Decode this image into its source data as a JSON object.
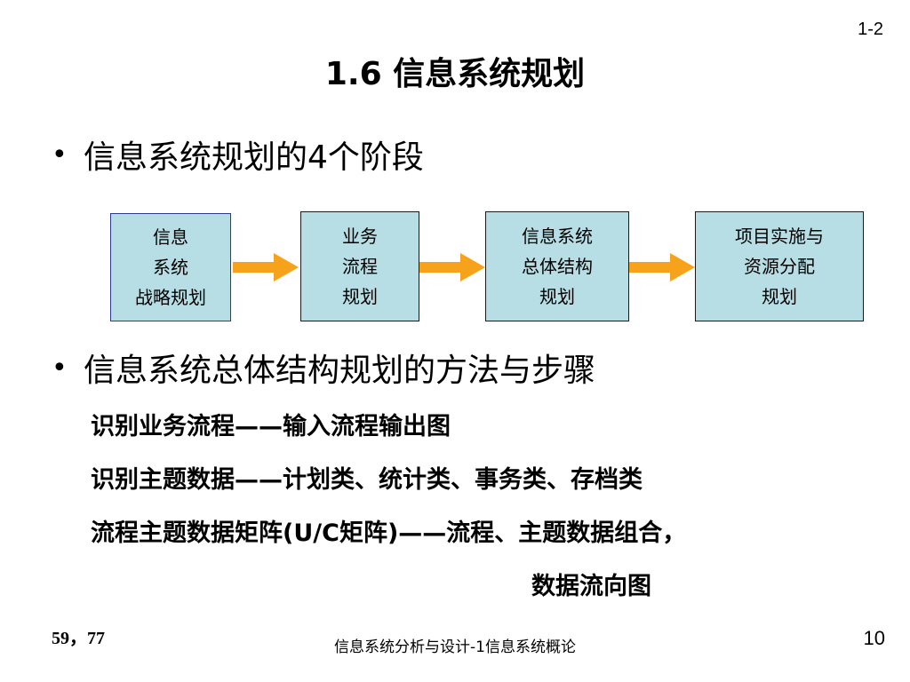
{
  "slide_label": "1-2",
  "title": "1.6 信息系统规划",
  "bullet1": "信息系统规划的4个阶段",
  "stages": [
    {
      "lines": [
        "信息",
        "系统",
        "战略规划"
      ]
    },
    {
      "lines": [
        "业务",
        "流程",
        "规划"
      ]
    },
    {
      "lines": [
        "信息系统",
        "总体结构",
        "规划"
      ]
    },
    {
      "lines": [
        "项目实施与",
        "资源分配",
        "规划"
      ]
    }
  ],
  "bullet2": "信息系统总体结构规划的方法与步骤",
  "steps": [
    "识别业务流程——输入流程输出图",
    "识别主题数据——计划类、统计类、事务类、存档类",
    "流程主题数据矩阵(U/C矩阵)——流程、主题数据组合，",
    "数据流向图"
  ],
  "page_ref": "59，77",
  "footer_title": "信息系统分析与设计-1信息系统概论",
  "page_number": "10",
  "colors": {
    "box_fill": "#b7dde5",
    "arrow": "#f7a21b"
  }
}
